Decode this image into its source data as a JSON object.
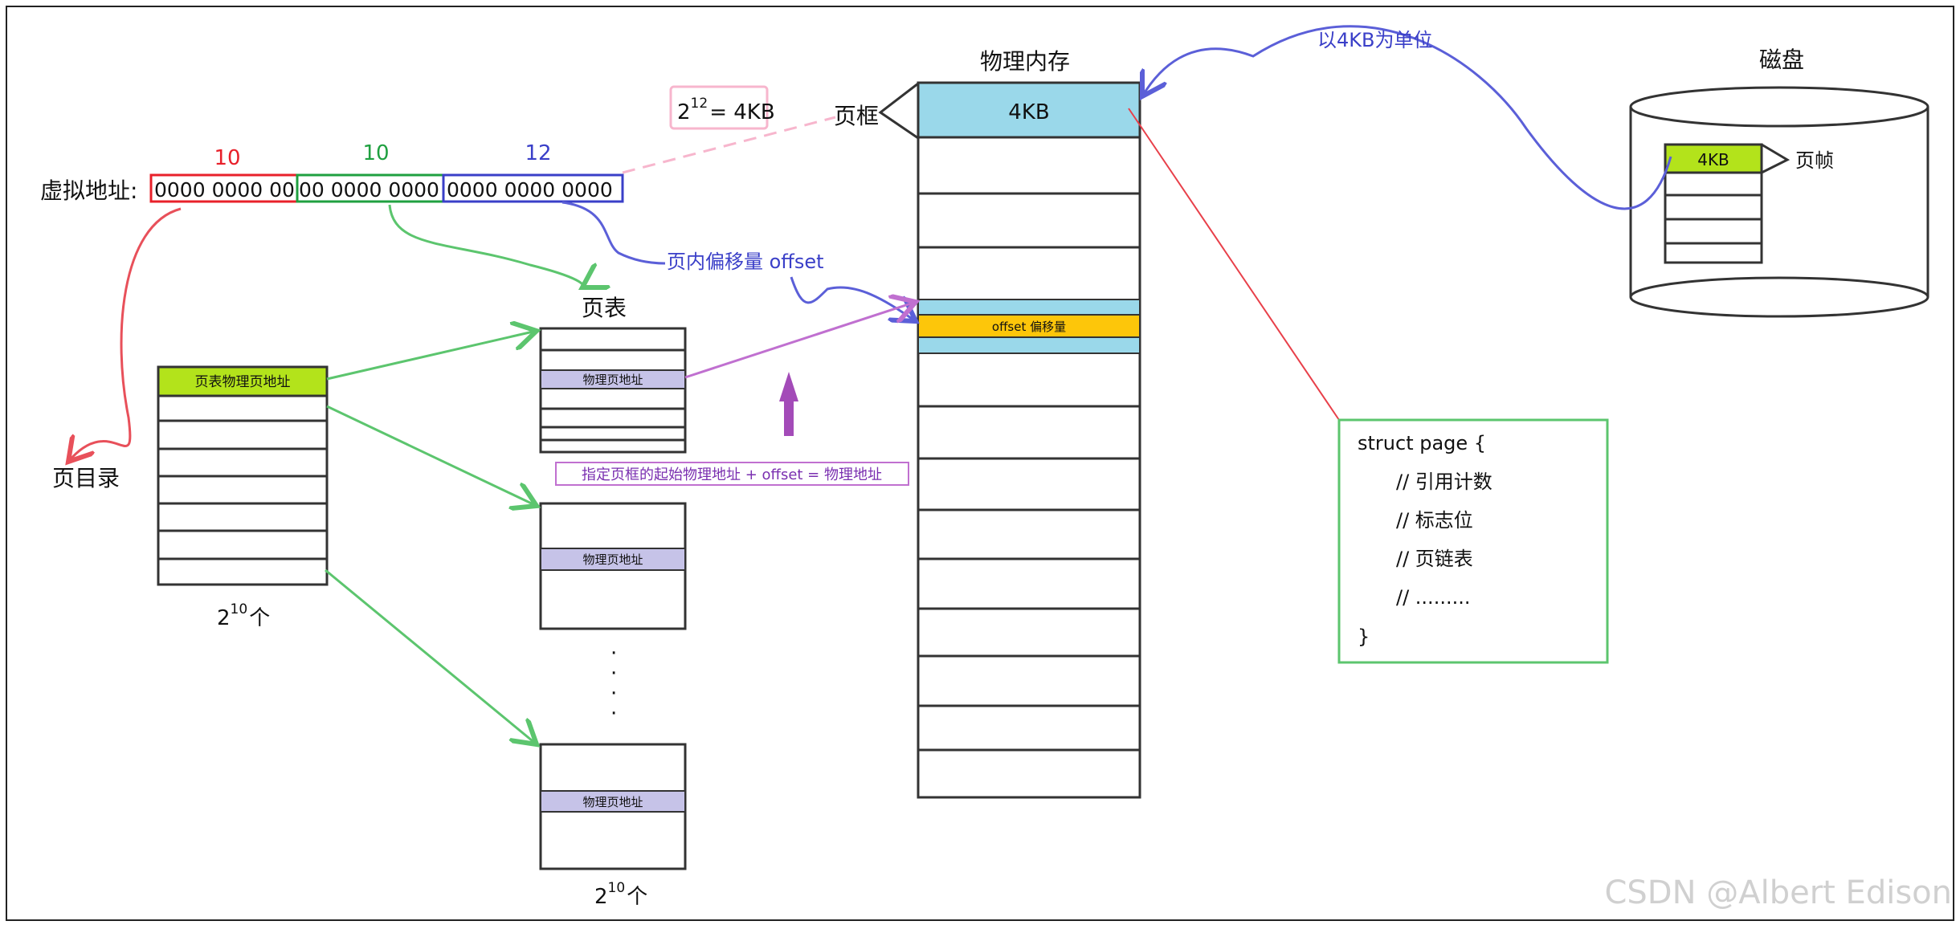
{
  "virtual_address": {
    "label": "虚拟地址:",
    "segments": [
      {
        "bits": "10",
        "text": "0000 0000 00",
        "color": "#e8202a"
      },
      {
        "bits": "10",
        "text": "00 0000 0000",
        "color": "#1fa040"
      },
      {
        "bits": "12",
        "text": "0000 0000 0000",
        "color": "#3a3fc8"
      }
    ]
  },
  "page_size_note": {
    "base": "2",
    "exp": "12",
    "rest": "= 4KB"
  },
  "page_frame_label": "页框",
  "physical_memory": {
    "title": "物理内存",
    "first_block": "4KB",
    "offset_cell": "offset 偏移量"
  },
  "disk": {
    "title": "磁盘",
    "block": "4KB",
    "block_label": "页帧"
  },
  "unit_note": "以4KB为单位",
  "offset_note": "页内偏移量 offset",
  "page_directory": {
    "label": "页目录",
    "first_entry": "页表物理页地址",
    "count_base": "2",
    "count_exp": "10",
    "count_unit": "个"
  },
  "page_table": {
    "title": "页表",
    "entry": "物理页地址",
    "count_base": "2",
    "count_exp": "10",
    "count_unit": "个",
    "ellipsis": "·"
  },
  "formula": "指定页框的起始物理地址 + offset = 物理地址",
  "struct_page": {
    "lines": [
      "struct page {",
      "// 引用计数",
      "// 标志位",
      "//  页链表",
      "//  .........",
      "}"
    ]
  },
  "watermark": "CSDN @Albert Edison",
  "colors": {
    "red": "#e8202a",
    "green": "#1fa040",
    "blue": "#3a3fc8",
    "lightblue": "#9ad8ea",
    "lime": "#b3e31b",
    "orange": "#fdc60a",
    "lavender": "#c6c3e8",
    "purple": "#a34bb8",
    "pink": "#f7b6cd"
  }
}
